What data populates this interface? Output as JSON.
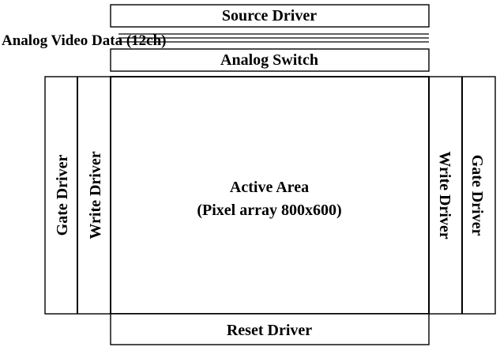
{
  "diagram": {
    "source_driver": "Source Driver",
    "analog_video_data": "Analog Video Data (12ch)",
    "analog_switch": "Analog Switch",
    "active_area_title": "Active Area",
    "active_area_subtitle": "(Pixel array 800x600)",
    "gate_driver_left": "Gate Driver",
    "write_driver_left": "Write Driver",
    "write_driver_right": "Write Driver",
    "gate_driver_right": "Gate Driver",
    "reset_driver": "Reset Driver"
  },
  "colors": {
    "stroke": "#000000",
    "background": "#ffffff"
  }
}
